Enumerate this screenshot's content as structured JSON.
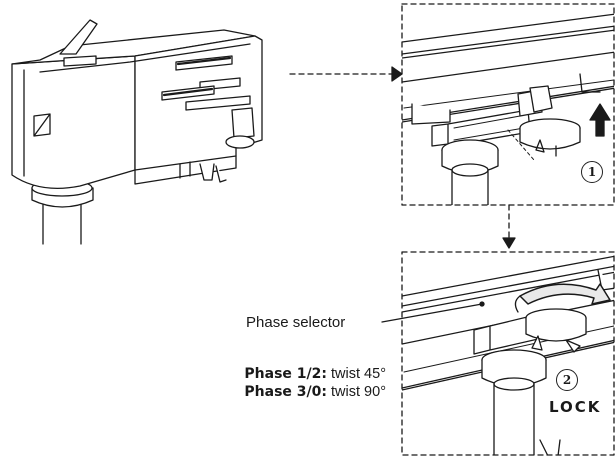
{
  "labels": {
    "phase_selector": "Phase selector",
    "phase_12_label": "Phase 1/2:",
    "phase_12_value": "twist 45°",
    "phase_30_label": "Phase 3/0:",
    "phase_30_value": "twist 90°",
    "lock": "LOCK"
  },
  "steps": {
    "one": "1",
    "two": "2"
  },
  "colors": {
    "line": "#1a1a1a",
    "fill": "#ffffff",
    "shade": "#e9e9e9"
  }
}
